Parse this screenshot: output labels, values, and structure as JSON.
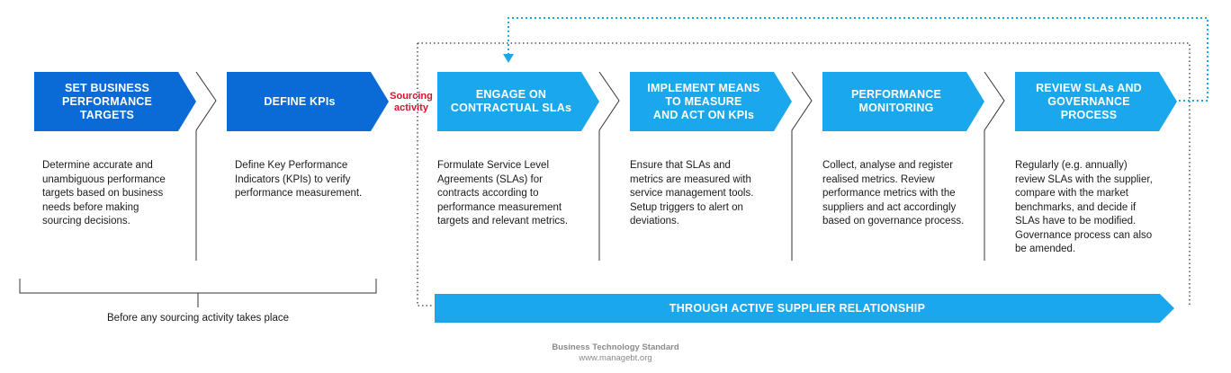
{
  "colors": {
    "dark_blue": "#0a6ad6",
    "light_blue": "#1aa7ec",
    "accent_red": "#d7132f",
    "dotted_blue": "#1aa7ec",
    "dotted_dark": "#333333"
  },
  "stages": [
    {
      "title": "SET BUSINESS\nPERFORMANCE\nTARGETS",
      "description": "Determine accurate and\nunambiguous performance\ntargets based on business\nneeds before making\nsourcing decisions."
    },
    {
      "title": "DEFINE KPIs",
      "description": "Define Key Performance\nIndicators (KPIs) to verify\nperformance measurement."
    },
    {
      "title": "ENGAGE ON\nCONTRACTUAL SLAs",
      "description": "Formulate Service Level\nAgreements (SLAs) for\ncontracts according to\nperformance measurement\ntargets and relevant metrics."
    },
    {
      "title": "IMPLEMENT MEANS\nTO MEASURE\nAND ACT ON KPIs",
      "description": "Ensure that SLAs and\nmetrics are measured with\nservice management tools.\nSetup triggers to alert on\ndeviations."
    },
    {
      "title": "PERFORMANCE\nMONITORING",
      "description": "Collect, analyse and register\nrealised metrics. Review\nperformance metrics with the\nsuppliers and act accordingly\nbased on governance process."
    },
    {
      "title": "REVIEW SLAs AND\nGOVERNANCE\nPROCESS",
      "description": "Regularly (e.g. annually)\nreview SLAs with the supplier,\ncompare with the market\nbenchmarks, and decide if\nSLAs have to be modified.\nGovernance process can also\nbe amended."
    }
  ],
  "sourcing_label": "Sourcing\nactivity",
  "bottom_bar": "THROUGH ACTIVE SUPPLIER RELATIONSHIP",
  "before_label": "Before any sourcing activity takes place",
  "footer": {
    "line1": "Business Technology Standard",
    "line2": "www.managebt.org"
  }
}
